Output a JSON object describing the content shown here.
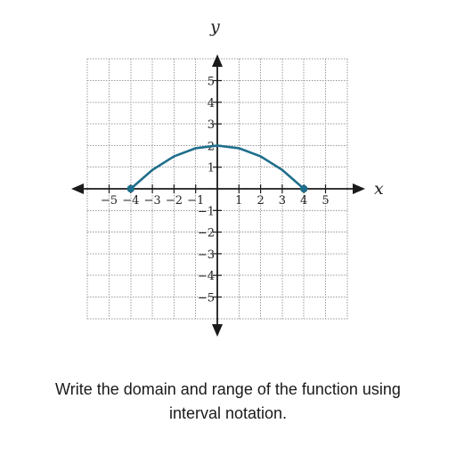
{
  "chart_data": {
    "type": "line",
    "xlabel": "x",
    "ylabel": "y",
    "xlim": [
      -6,
      6
    ],
    "ylim": [
      -6,
      6
    ],
    "grid": true,
    "x_ticks": [
      -5,
      -4,
      -3,
      -2,
      -1,
      1,
      2,
      3,
      4,
      5
    ],
    "y_ticks": [
      -5,
      -4,
      -3,
      -2,
      -1,
      1,
      2,
      3,
      4,
      5
    ],
    "x_tick_labels": [
      "−5",
      "−4",
      "−3",
      "−2",
      "−1",
      "1",
      "2",
      "3",
      "4",
      "5"
    ],
    "y_tick_labels": [
      "−5",
      "−4",
      "−3",
      "−2",
      "−1",
      "1",
      "2",
      "3",
      "4",
      "5"
    ],
    "series": [
      {
        "color": "#1f6e8c",
        "x": [
          -4,
          -3,
          -2,
          -1,
          0,
          1,
          2,
          3,
          4
        ],
        "y": [
          0,
          0.875,
          1.5,
          1.875,
          2,
          1.875,
          1.5,
          0.875,
          0
        ],
        "endpoints": [
          [
            -4,
            0
          ],
          [
            4,
            0
          ]
        ]
      }
    ]
  },
  "question": {
    "line1": "Write the domain and range of the function using",
    "line2": "interval notation."
  }
}
